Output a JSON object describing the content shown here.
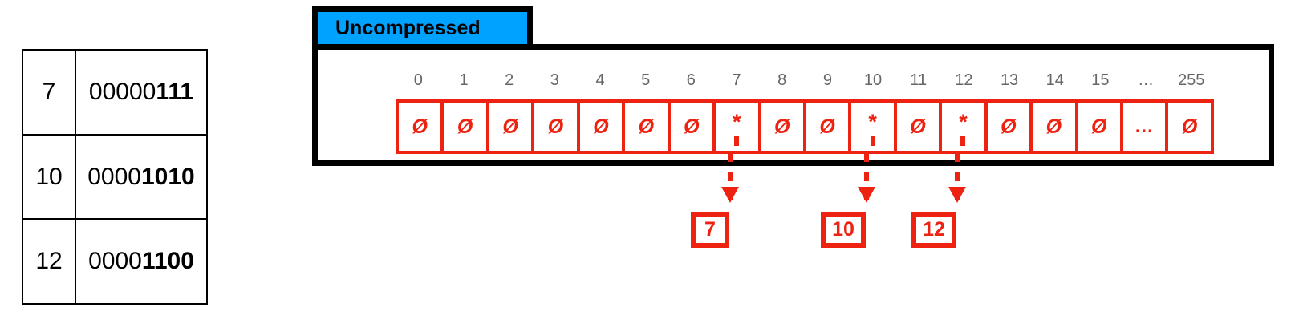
{
  "table": {
    "rows": [
      {
        "decimal": "7",
        "binary_prefix": "00000",
        "binary_suffix": "111"
      },
      {
        "decimal": "10",
        "binary_prefix": "0000",
        "binary_suffix": "1010"
      },
      {
        "decimal": "12",
        "binary_prefix": "0000",
        "binary_suffix": "1100"
      }
    ]
  },
  "diagram": {
    "badge_label": "Uncompressed",
    "badge_color": "#00a2ff",
    "array_border_color": "#000000",
    "cell_color": "#ee2211",
    "index_label_color": "#666666",
    "index_labels": [
      "0",
      "1",
      "2",
      "3",
      "4",
      "5",
      "6",
      "7",
      "8",
      "9",
      "10",
      "11",
      "12",
      "13",
      "14",
      "15",
      "…",
      "255"
    ],
    "cells": [
      {
        "glyph": "Ø",
        "kind": "empty"
      },
      {
        "glyph": "Ø",
        "kind": "empty"
      },
      {
        "glyph": "Ø",
        "kind": "empty"
      },
      {
        "glyph": "Ø",
        "kind": "empty"
      },
      {
        "glyph": "Ø",
        "kind": "empty"
      },
      {
        "glyph": "Ø",
        "kind": "empty"
      },
      {
        "glyph": "Ø",
        "kind": "empty"
      },
      {
        "glyph": "*",
        "kind": "pointer"
      },
      {
        "glyph": "Ø",
        "kind": "empty"
      },
      {
        "glyph": "Ø",
        "kind": "empty"
      },
      {
        "glyph": "*",
        "kind": "pointer"
      },
      {
        "glyph": "Ø",
        "kind": "empty"
      },
      {
        "glyph": "*",
        "kind": "pointer"
      },
      {
        "glyph": "Ø",
        "kind": "empty"
      },
      {
        "glyph": "Ø",
        "kind": "empty"
      },
      {
        "glyph": "Ø",
        "kind": "empty"
      },
      {
        "glyph": "…",
        "kind": "ellipsis"
      },
      {
        "glyph": "Ø",
        "kind": "empty"
      }
    ],
    "results": [
      {
        "value": "7",
        "from_index": "7"
      },
      {
        "value": "10",
        "from_index": "10"
      },
      {
        "value": "12",
        "from_index": "12"
      }
    ]
  }
}
